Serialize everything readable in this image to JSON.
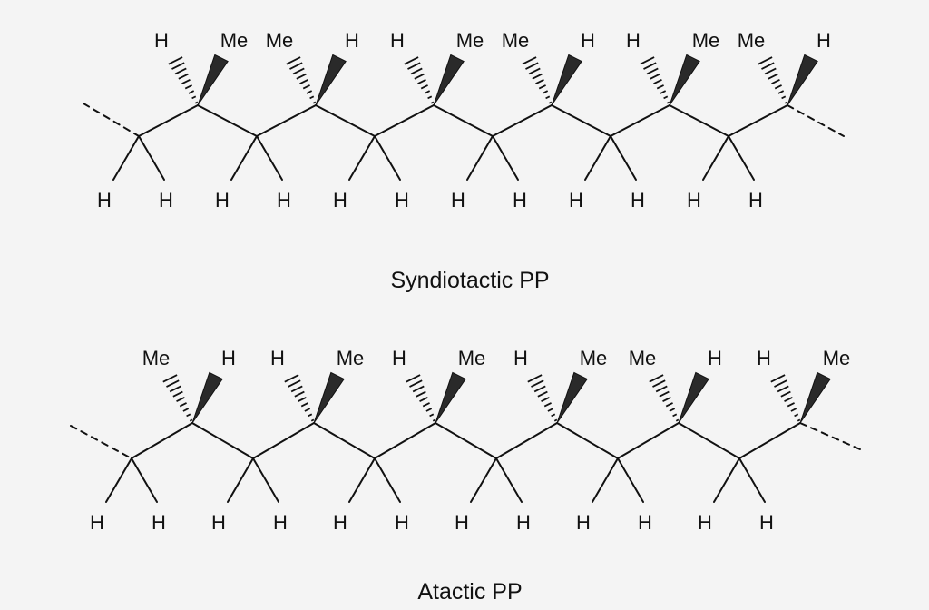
{
  "colors": {
    "background": "#f4f4f4",
    "bond": "#111111",
    "wedge": "#2a2a2a"
  },
  "panels": [
    {
      "caption": "Syndiotactic PP",
      "top_substituents": [
        [
          "H",
          "Me"
        ],
        [
          "Me",
          "H"
        ],
        [
          "H",
          "Me"
        ],
        [
          "Me",
          "H"
        ],
        [
          "H",
          "Me"
        ],
        [
          "Me",
          "H"
        ]
      ],
      "bottom_substituents": [
        [
          "H",
          "H"
        ],
        [
          "H",
          "H"
        ],
        [
          "H",
          "H"
        ],
        [
          "H",
          "H"
        ],
        [
          "H",
          "H"
        ],
        [
          "H",
          "H"
        ]
      ]
    },
    {
      "caption": "Atactic PP",
      "top_substituents": [
        [
          "Me",
          "H"
        ],
        [
          "H",
          "Me"
        ],
        [
          "H",
          "Me"
        ],
        [
          "H",
          "Me"
        ],
        [
          "Me",
          "H"
        ],
        [
          "H",
          "Me"
        ]
      ],
      "bottom_substituents": [
        [
          "H",
          "H"
        ],
        [
          "H",
          "H"
        ],
        [
          "H",
          "H"
        ],
        [
          "H",
          "H"
        ],
        [
          "H",
          "H"
        ],
        [
          "H",
          "H"
        ]
      ]
    }
  ]
}
